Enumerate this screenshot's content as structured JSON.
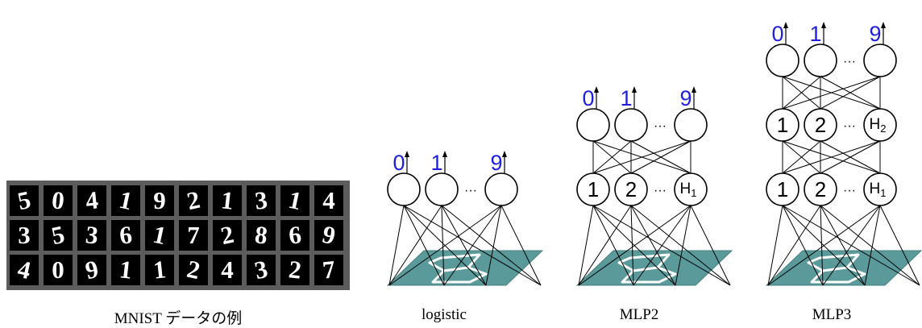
{
  "mnist": {
    "caption": "MNIST データの例",
    "rows": [
      [
        "5",
        "0",
        "4",
        "1",
        "9",
        "2",
        "1",
        "3",
        "1",
        "4"
      ],
      [
        "3",
        "5",
        "3",
        "6",
        "1",
        "7",
        "2",
        "8",
        "6",
        "9"
      ],
      [
        "4",
        "0",
        "9",
        "1",
        "1",
        "2",
        "4",
        "3",
        "2",
        "7"
      ]
    ]
  },
  "networks": [
    {
      "id": "logistic",
      "caption": "logistic",
      "output_labels": [
        "0",
        "1",
        "9"
      ],
      "hidden_layers": []
    },
    {
      "id": "mlp2",
      "caption": "MLP2",
      "output_labels": [
        "0",
        "1",
        "9"
      ],
      "hidden_layers": [
        {
          "nodes": [
            "1",
            "2",
            "H"
          ],
          "last_sub": "1"
        }
      ]
    },
    {
      "id": "mlp3",
      "caption": "MLP3",
      "output_labels": [
        "0",
        "1",
        "9"
      ],
      "hidden_layers": [
        {
          "nodes": [
            "1",
            "2",
            "H"
          ],
          "last_sub": "1"
        },
        {
          "nodes": [
            "1",
            "2",
            "H"
          ],
          "last_sub": "2"
        }
      ]
    }
  ],
  "ellipsis": "···",
  "colors": {
    "output_label": "#1f1fe0",
    "input_plane": "#5a9a9a",
    "grid_frame": "#5c5c5c"
  }
}
